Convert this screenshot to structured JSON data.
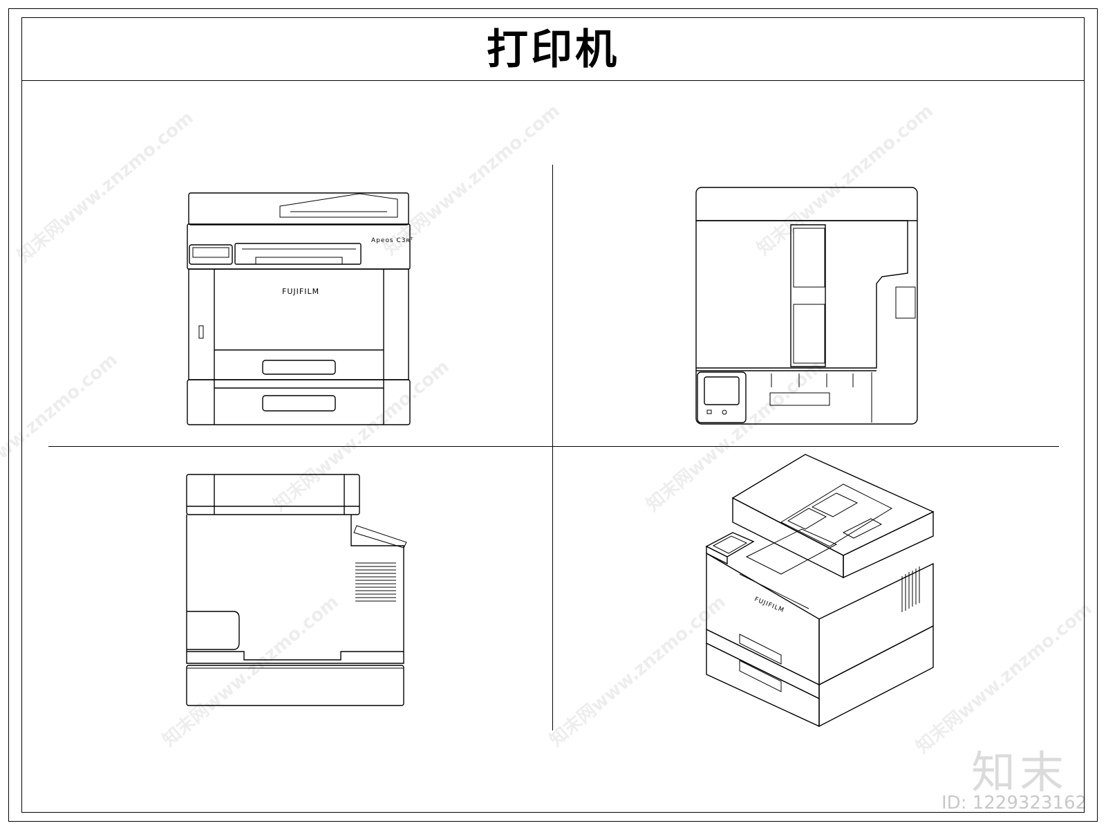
{
  "title": "打印机",
  "brand": {
    "front_logo": "FUJIFILM",
    "model_label": "Apeos C3ʀᵀ",
    "iso_logo": "FUJIFILM"
  },
  "watermark": {
    "text": "知末网www.znzmo.com",
    "logo": "知末",
    "id_label": "ID: 1229323162"
  }
}
